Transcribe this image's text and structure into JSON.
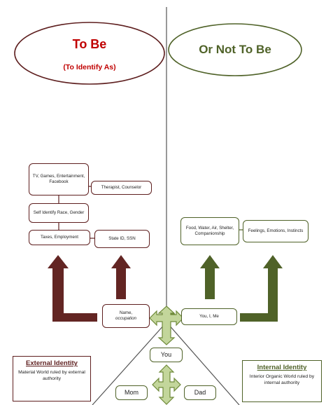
{
  "ellipses": {
    "to_be": {
      "title": "To Be",
      "subtitle": "(To Identify As)"
    },
    "not_to_be": {
      "title": "Or Not To Be"
    }
  },
  "external_boxes": {
    "tv_games": "TV, Games, Entertainment, Facebook",
    "therapist": "Therapist, Counselor",
    "self_identify": "Self Identify Race, Gender",
    "taxes": "Taxes, Employment",
    "state_id": "State ID, SSN",
    "name": "Name,",
    "occupation": "occupation"
  },
  "internal_boxes": {
    "food": "Food, Water, Air, Shelter, Companionship",
    "feelings": "Feelings, Emotions, Instincts",
    "you_i_me": "You, I, Me"
  },
  "family": {
    "you": "You",
    "mom": "Mom",
    "dad": "Dad"
  },
  "legend_external": {
    "title": "External Identity",
    "desc": "Material World ruled by external authority"
  },
  "legend_internal": {
    "title": "Internal Identity",
    "desc": "Interior Organic World ruled by internal authority"
  },
  "colors": {
    "red_arrow": "#632523",
    "green_arrow": "#4f6228",
    "title_red": "#c00000",
    "title_green": "#4f6228",
    "center_arrow_fill": "#c3d69b"
  }
}
